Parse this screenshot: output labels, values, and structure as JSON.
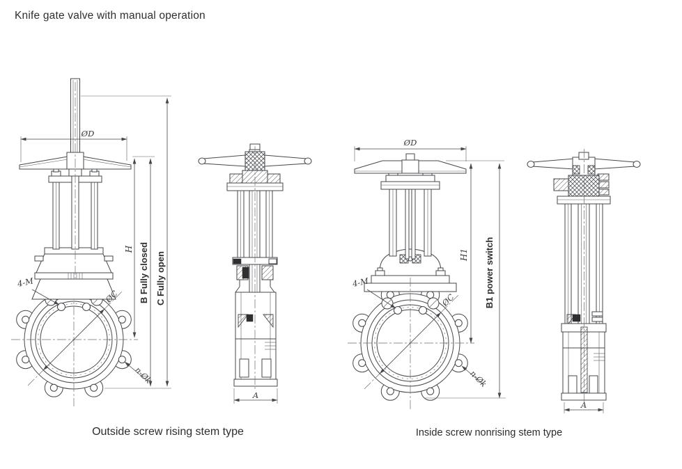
{
  "title": "Knife gate valve with manual operation",
  "colors": {
    "line": "#45474b",
    "text": "#2f2f2f",
    "background": "#ffffff"
  },
  "left_valve": {
    "caption": "Outside screw rising stem type",
    "front_view": {
      "dim_handwheel_diameter": "ØD",
      "dim_height_h": "H",
      "dim_fully_closed": "B  Fully closed",
      "dim_fully_open": "C  Fully open",
      "label_tapped_holes": "4-M",
      "label_bolt_circle": "ØC",
      "label_bolt_holes": "n-Øk"
    },
    "side_view": {
      "dim_face_to_face": "A"
    }
  },
  "right_valve": {
    "caption": "Inside screw nonrising stem type",
    "front_view": {
      "dim_handwheel_diameter": "ØD",
      "dim_height_h1": "H1",
      "dim_power_switch": "B1  power switch",
      "label_tapped_holes": "4-M",
      "label_bolt_circle": "ØC",
      "label_bolt_holes": "n-Øk"
    },
    "side_view": {
      "dim_face_to_face": "A"
    }
  }
}
